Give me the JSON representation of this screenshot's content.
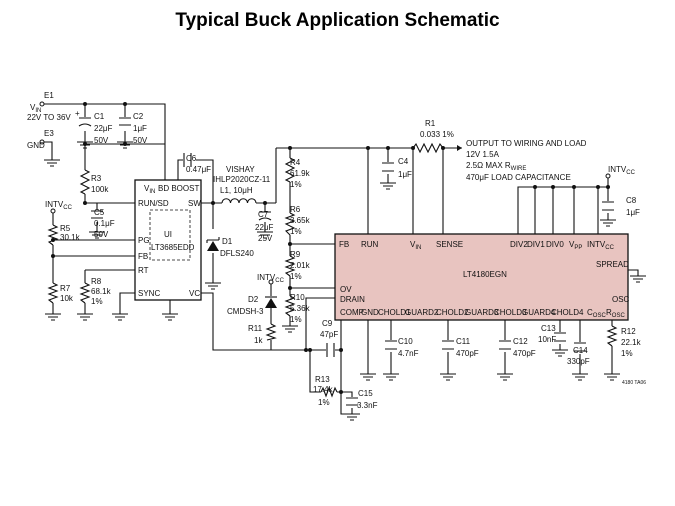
{
  "title": "Typical Buck Application Schematic",
  "colors": {
    "wire": "#111111",
    "controller_fill": "#e8c4c0",
    "background": "#ffffff"
  },
  "nets": {
    "e1": "E1",
    "vin_v": "V",
    "vin_sub": "IN",
    "vin_range": "22V TO 36V",
    "e3": "E3",
    "gnd": "GND",
    "intvcc_1": "INTV",
    "intvcc_1_sub": "CC",
    "intvcc_2": "INTV",
    "intvcc_2_sub": "CC",
    "intvcc_3": "INTV",
    "intvcc_3_sub": "CC",
    "out_1": "OUTPUT TO WIRING AND LOAD",
    "out_2": "12V 1.5A",
    "out_3a": "2.5Ω MAX R",
    "out_3b": "WIRE",
    "out_4": "470μF LOAD CAPACITANCE",
    "figure_code": "4180 TA06"
  },
  "components": {
    "c1_ref": "C1",
    "c1_v1": "22μF",
    "c1_v2": "50V",
    "c1_plus": "+",
    "c2_ref": "C2",
    "c2_v1": "1μF",
    "c2_v2": "50V",
    "r3_ref": "R3",
    "r3_val": "100k",
    "c5_ref": "C5",
    "c5_v1": "0.1μF",
    "c5_v2": "50V",
    "r5_ref": "R5",
    "r5_val": "30.1k",
    "r7_ref": "R7",
    "r7_val": "10k",
    "r8_ref": "R8",
    "r8_v1": "68.1k",
    "r8_v2": "1%",
    "c6_ref": "C6",
    "c6_val": "0.47μF",
    "l1_brand": "VISHAY",
    "l1_part": "IHLP2020CZ-11",
    "l1_val": "L1, 10μH",
    "d1_ref": "D1",
    "d1_part": "DFLS240",
    "c7_ref": "C7",
    "c7_v1": "22μF",
    "c7_v2": "25V",
    "r1_ref": "R1",
    "r1_val": "0.033 1%",
    "c4_ref": "C4",
    "c4_val": "1μF",
    "r4_ref": "R4",
    "r4_v1": "61.9k",
    "r4_v2": "1%",
    "r6_ref": "R6",
    "r6_v1": "3.65k",
    "r6_v2": "1%",
    "r9_ref": "R9",
    "r9_v1": "2.01k",
    "r9_v2": "1%",
    "r10_ref": "R10",
    "r10_v1": "5.36k",
    "r10_v2": "1%",
    "d2_ref": "D2",
    "d2_part": "CMDSH-3",
    "r11_ref": "R11",
    "r11_val": "1k",
    "c9_ref": "C9",
    "c9_val": "47pF",
    "r13_ref": "R13",
    "r13_v1": "17.4k",
    "r13_v2": "1%",
    "c15_ref": "C15",
    "c15_val": "3.3nF",
    "c10_ref": "C10",
    "c10_val": "4.7nF",
    "c11_ref": "C11",
    "c11_val": "470pF",
    "c12_ref": "C12",
    "c12_val": "470pF",
    "c13_ref": "C13",
    "c13_val": "10nF",
    "c14_ref": "C14",
    "c14_val": "330pF",
    "r12_ref": "R12",
    "r12_v1": "22.1k",
    "r12_v2": "1%",
    "c8_ref": "C8",
    "c8_val": "1μF"
  },
  "regulator": {
    "vin": "V",
    "vin_sub": "IN",
    "boost": "BD BOOST",
    "run_sd": "RUN/SD",
    "sw": "SW",
    "pg": "PG",
    "fb": "FB",
    "rt": "RT",
    "sync": "SYNC",
    "vc": "VC",
    "ui": "UI",
    "part": "LT3685EDD"
  },
  "controller": {
    "part": "LT4180EGN",
    "fb": "FB",
    "run": "RUN",
    "vin": "V",
    "vin_sub": "IN",
    "sense": "SENSE",
    "div2": "DIV2",
    "div1": "DIV1",
    "div0": "DIV0",
    "vpp": "V",
    "vpp_sub": "PP",
    "intvcc": "INTV",
    "intvcc_sub": "CC",
    "spread": "SPREAD",
    "ov": "OV",
    "drain": "DRAIN",
    "comp": "COMP",
    "gnd": "GND",
    "chold1": "CHOLD1",
    "guard2": "GUARD2",
    "chold2": "CHOLD2",
    "guard3": "GUARD3",
    "chold3": "CHOLD3",
    "guard4": "GUARD4",
    "chold4": "CHOLD4",
    "cosc": "C",
    "cosc_sub": "OSC",
    "osc": "OSC",
    "rosc": "R",
    "rosc_sub": "OSC"
  }
}
